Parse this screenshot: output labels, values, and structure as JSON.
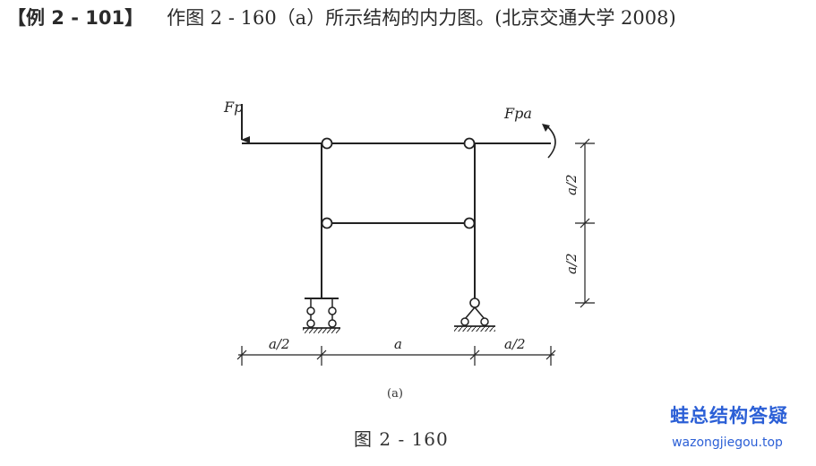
{
  "problem": {
    "label": "【例 2 - 101】",
    "text": "作图 2 - 160（a）所示结构的内力图。(北京交通大学 2008)"
  },
  "diagram": {
    "load_label": "Fp",
    "moment_label": "Fpa",
    "dim_left": "a/2",
    "dim_middle": "a",
    "dim_right": "a/2",
    "dim_upper": "a/2",
    "dim_lower": "a/2",
    "subfig_label": "(a)"
  },
  "caption": "图 2 - 160",
  "watermark": {
    "title": "蛙总结构答疑",
    "url": "wazongjiegou.top"
  }
}
